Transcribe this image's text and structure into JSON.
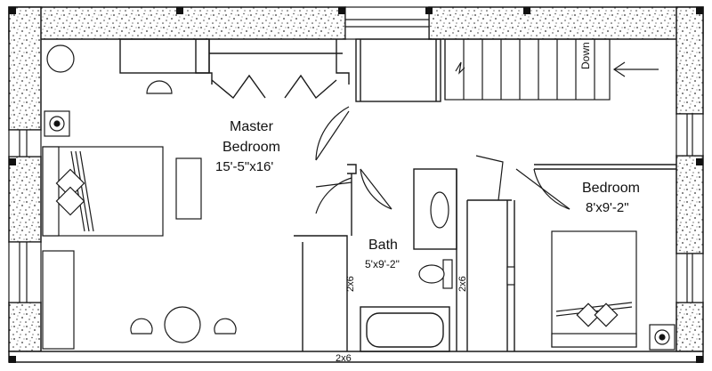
{
  "colors": {
    "line": "#1a1a1a",
    "stipple": "#333333",
    "background": "#ffffff"
  },
  "rooms": {
    "master": {
      "name_line1": "Master",
      "name_line2": "Bedroom",
      "size": "15'-5\"x16'"
    },
    "bedroom": {
      "name": "Bedroom",
      "size": "8'x9'-2\""
    },
    "bath": {
      "name": "Bath",
      "size": "5'x9'-2\""
    }
  },
  "stairs": {
    "label": "Down"
  },
  "walls": {
    "left_2x6": "2x6",
    "right_2x6": "2x6",
    "bottom_2x6": "2x6"
  }
}
